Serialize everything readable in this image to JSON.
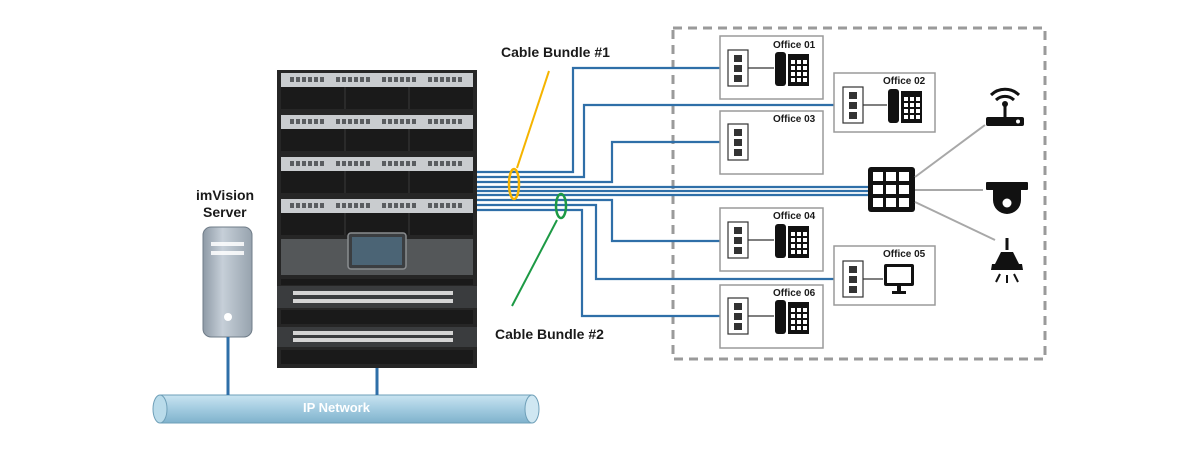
{
  "server_label_line1": "imVision",
  "server_label_line2": "Server",
  "network_label": "IP Network",
  "bundle1_label": "Cable Bundle #1",
  "bundle2_label": "Cable Bundle #2",
  "offices": [
    "Office 01",
    "Office 02",
    "Office 03",
    "Office 04",
    "Office 05",
    "Office 06"
  ],
  "colors": {
    "cable": "#2f6fa8",
    "bundle1": "#f5b400",
    "bundle2": "#1d9a45",
    "border": "#9a9a9a",
    "rack": "#2b2b2b",
    "network": "#a9d0e3"
  },
  "icons": {
    "wifi": "wifi-router-icon",
    "camera": "dome-camera-icon",
    "lamp": "ceiling-lamp-icon",
    "switch": "network-switch-icon",
    "phone": "desk-phone-icon",
    "monitor": "monitor-icon",
    "server": "server-tower-icon"
  }
}
